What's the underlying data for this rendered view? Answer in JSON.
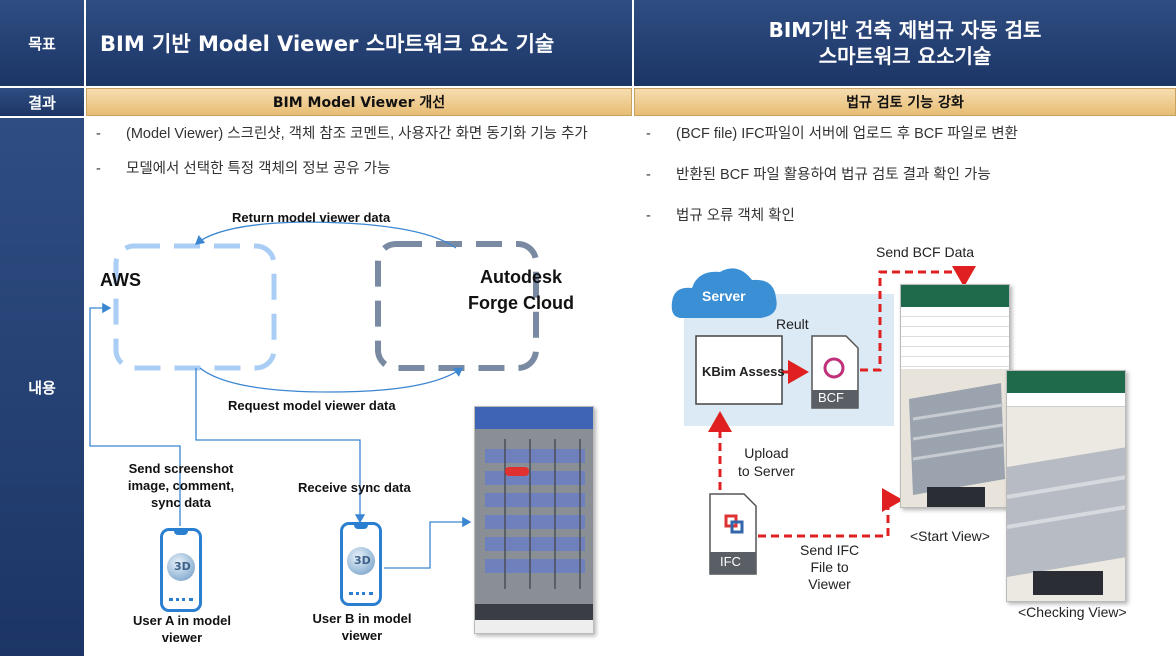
{
  "header": {
    "goal_label": "목표",
    "left_title": "BIM 기반 Model Viewer 스마트워크 요소 기술",
    "right_title_line1": "BIM기반 건축 제법규 자동 검토",
    "right_title_line2": "스마트워크 요소기술",
    "result_label": "결과",
    "left_result": "BIM Model Viewer 개선",
    "right_result": "법규 검토 기능 강화",
    "content_label": "내용"
  },
  "left": {
    "bullets": [
      "(Model Viewer) 스크린샷, 객체 참조 코멘트, 사용자간 화면 동기화 기능 추가",
      "모델에서 선택한 특정 객체의 정보 공유 가능"
    ],
    "diagram": {
      "return_label": "Return model viewer data",
      "aws_label": "AWS",
      "forge_line1": "Autodesk",
      "forge_line2": "Forge Cloud",
      "request_label": "Request model viewer data",
      "send_line1": "Send screenshot",
      "send_line2": "image, comment,",
      "send_line3": "sync data",
      "receive_label": "Receive sync data",
      "user_a_line1": "User A in model",
      "user_a_line2": "viewer",
      "user_b_line1": "User B in model",
      "user_b_line2": "viewer",
      "phone_icon_text": "3D"
    }
  },
  "right": {
    "bullets": [
      "(BCF file) IFC파일이 서버에 업로드 후 BCF 파일로 변환",
      "반환된 BCF 파일 활용하여 법규 검토 결과 확인 가능",
      "법규 오류 객체 확인"
    ],
    "diagram": {
      "send_bcf": "Send BCF Data",
      "server": "Server",
      "result": "Reult",
      "kbim": "KBim Assess",
      "bcf": "BCF",
      "upload_line1": "Upload",
      "upload_line2": "to Server",
      "ifc": "IFC",
      "send_ifc_line1": "Send IFC",
      "send_ifc_line2": "File to",
      "send_ifc_line3": "Viewer",
      "start_view": "<Start View>",
      "checking_view": "<Checking View>"
    }
  },
  "colors": {
    "header_dark": "#1c3566",
    "header_gold": "#e7bd74",
    "aws_dash": "#a9cdf4",
    "forge_dash": "#7b8aa3",
    "arrow_blue": "#3b86d1",
    "red_dash": "#e02020",
    "cloud_blue": "#3b8fd4"
  }
}
